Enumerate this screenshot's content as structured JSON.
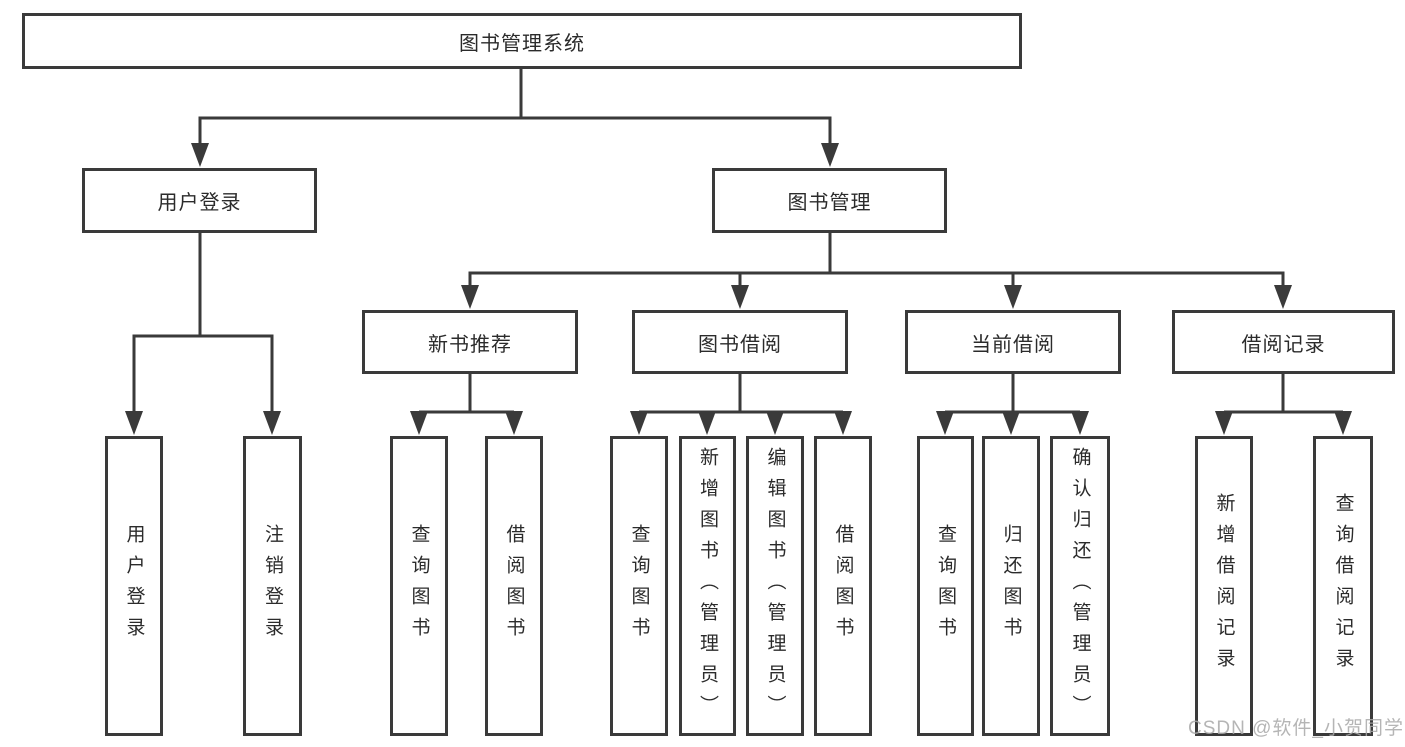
{
  "diagram": {
    "type": "hierarchy-tree",
    "root": {
      "label": "图书管理系统"
    },
    "branches": [
      {
        "label": "用户登录",
        "leaves": [
          {
            "label": "用户登录"
          },
          {
            "label": "注销登录"
          }
        ]
      },
      {
        "label": "图书管理",
        "sections": [
          {
            "label": "新书推荐",
            "leaves": [
              {
                "label": "查询图书"
              },
              {
                "label": "借阅图书"
              }
            ]
          },
          {
            "label": "图书借阅",
            "leaves": [
              {
                "label": "查询图书"
              },
              {
                "label": "新增图书（管理员）"
              },
              {
                "label": "编辑图书（管理员）"
              },
              {
                "label": "借阅图书"
              }
            ]
          },
          {
            "label": "当前借阅",
            "leaves": [
              {
                "label": "查询图书"
              },
              {
                "label": "归还图书"
              },
              {
                "label": "确认归还（管理员）"
              }
            ]
          },
          {
            "label": "借阅记录",
            "leaves": [
              {
                "label": "新增借阅记录"
              },
              {
                "label": "查询借阅记录"
              }
            ]
          }
        ]
      }
    ]
  },
  "colors": {
    "line": "#3a3a3a",
    "text": "#2b2b2b",
    "watermark": "#a9a9a9"
  },
  "watermark": {
    "text": "CSDN @软件_小贺同学"
  }
}
